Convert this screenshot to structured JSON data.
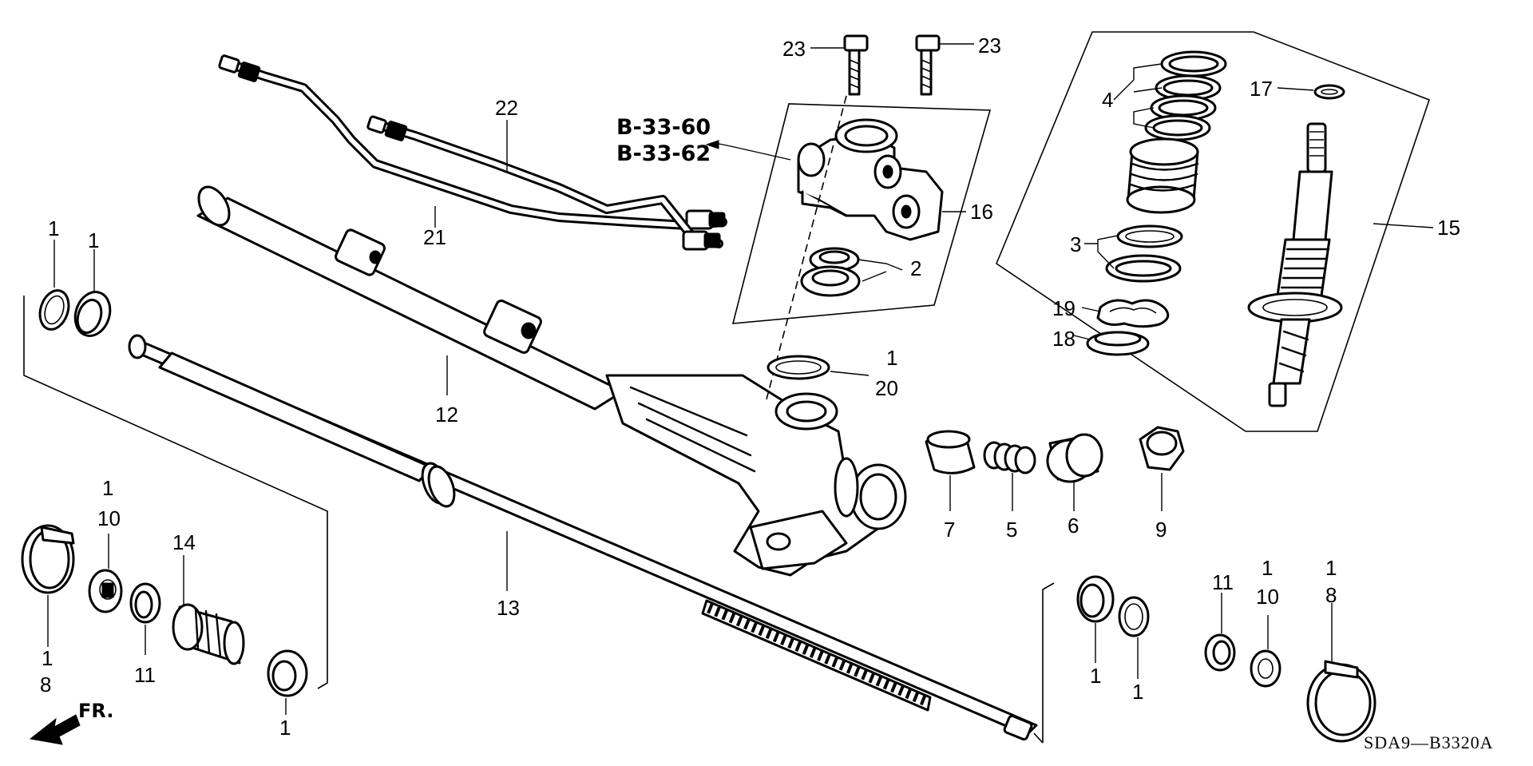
{
  "diagram": {
    "code": "SDA9—B3320A",
    "front_label": "FR.",
    "refs": [
      "B-33-60",
      "B-33-62"
    ],
    "callouts": {
      "c1_seal_a": "1",
      "c1_seal_b": "1",
      "c10_left": "10",
      "c10_left_qty": "1",
      "c14": "14",
      "c8_left": "8",
      "c8_left_qty": "1",
      "c11_left": "11",
      "c1_bottom": "1",
      "c13": "13",
      "c12": "12",
      "c21": "21",
      "c22": "22",
      "c23_a": "23",
      "c23_b": "23",
      "c16": "16",
      "c2": "2",
      "c20_qty": "1",
      "c20": "20",
      "c7": "7",
      "c5": "5",
      "c6": "6",
      "c9": "9",
      "c4": "4",
      "c3": "3",
      "c19": "19",
      "c18": "18",
      "c17": "17",
      "c15": "15",
      "c1_right_a": "1",
      "c1_right_b": "1",
      "c11_right": "11",
      "c10_right": "10",
      "c10_right_qty": "1",
      "c8_right": "8",
      "c8_right_qty": "1"
    }
  }
}
